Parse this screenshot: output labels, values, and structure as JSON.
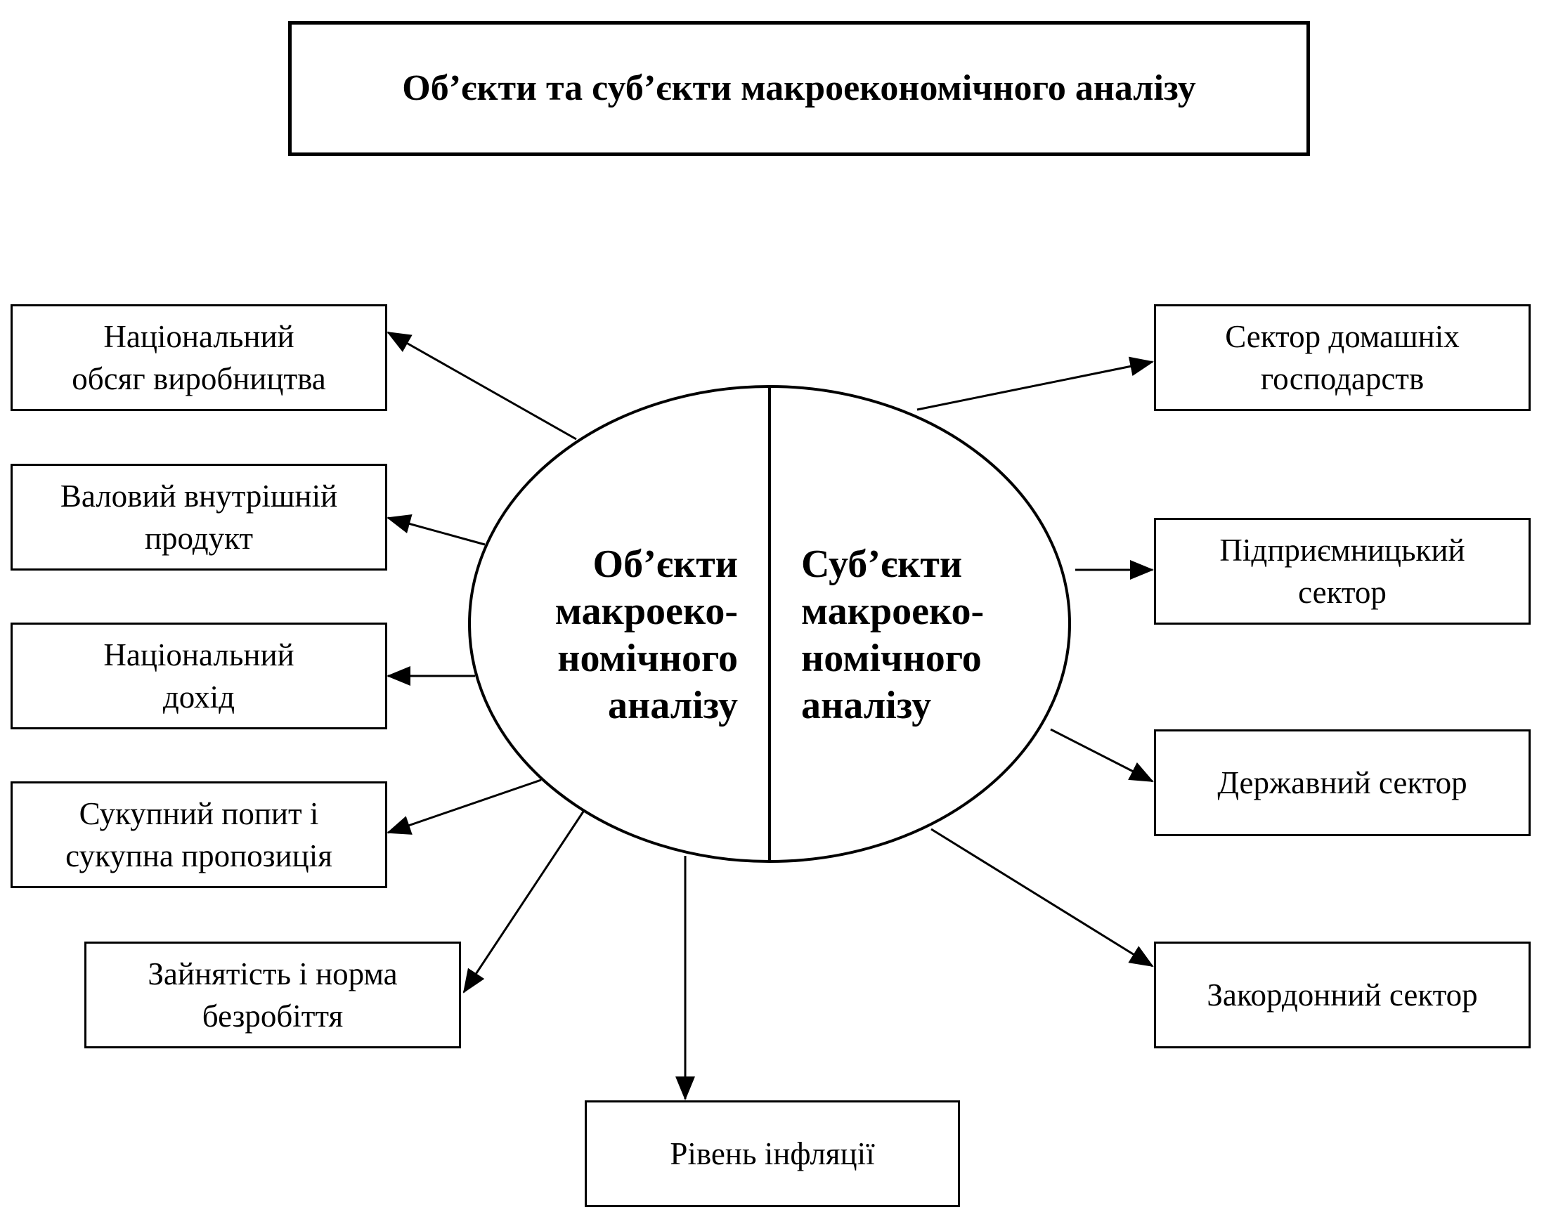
{
  "title": "Об’єкти та суб’єкти макроекономічного аналізу",
  "center": {
    "left_label": "Об’єкти\nмакроеко-\nномічного\nаналізу",
    "right_label": "Суб’єкти\nмакроеко-\nномічного\nаналізу"
  },
  "objects": [
    "Національний\nобсяг виробництва",
    "Валовий внутрішній\nпродукт",
    "Національний\nдохід",
    "Сукупний попит і\nсукупна пропозиція",
    "Зайнятість і норма\nбезробіття",
    "Рівень інфляції"
  ],
  "subjects": [
    "Сектор домашніх\nгосподарств",
    "Підприємницький\nсектор",
    "Державний сектор",
    "Закордонний сектор"
  ]
}
